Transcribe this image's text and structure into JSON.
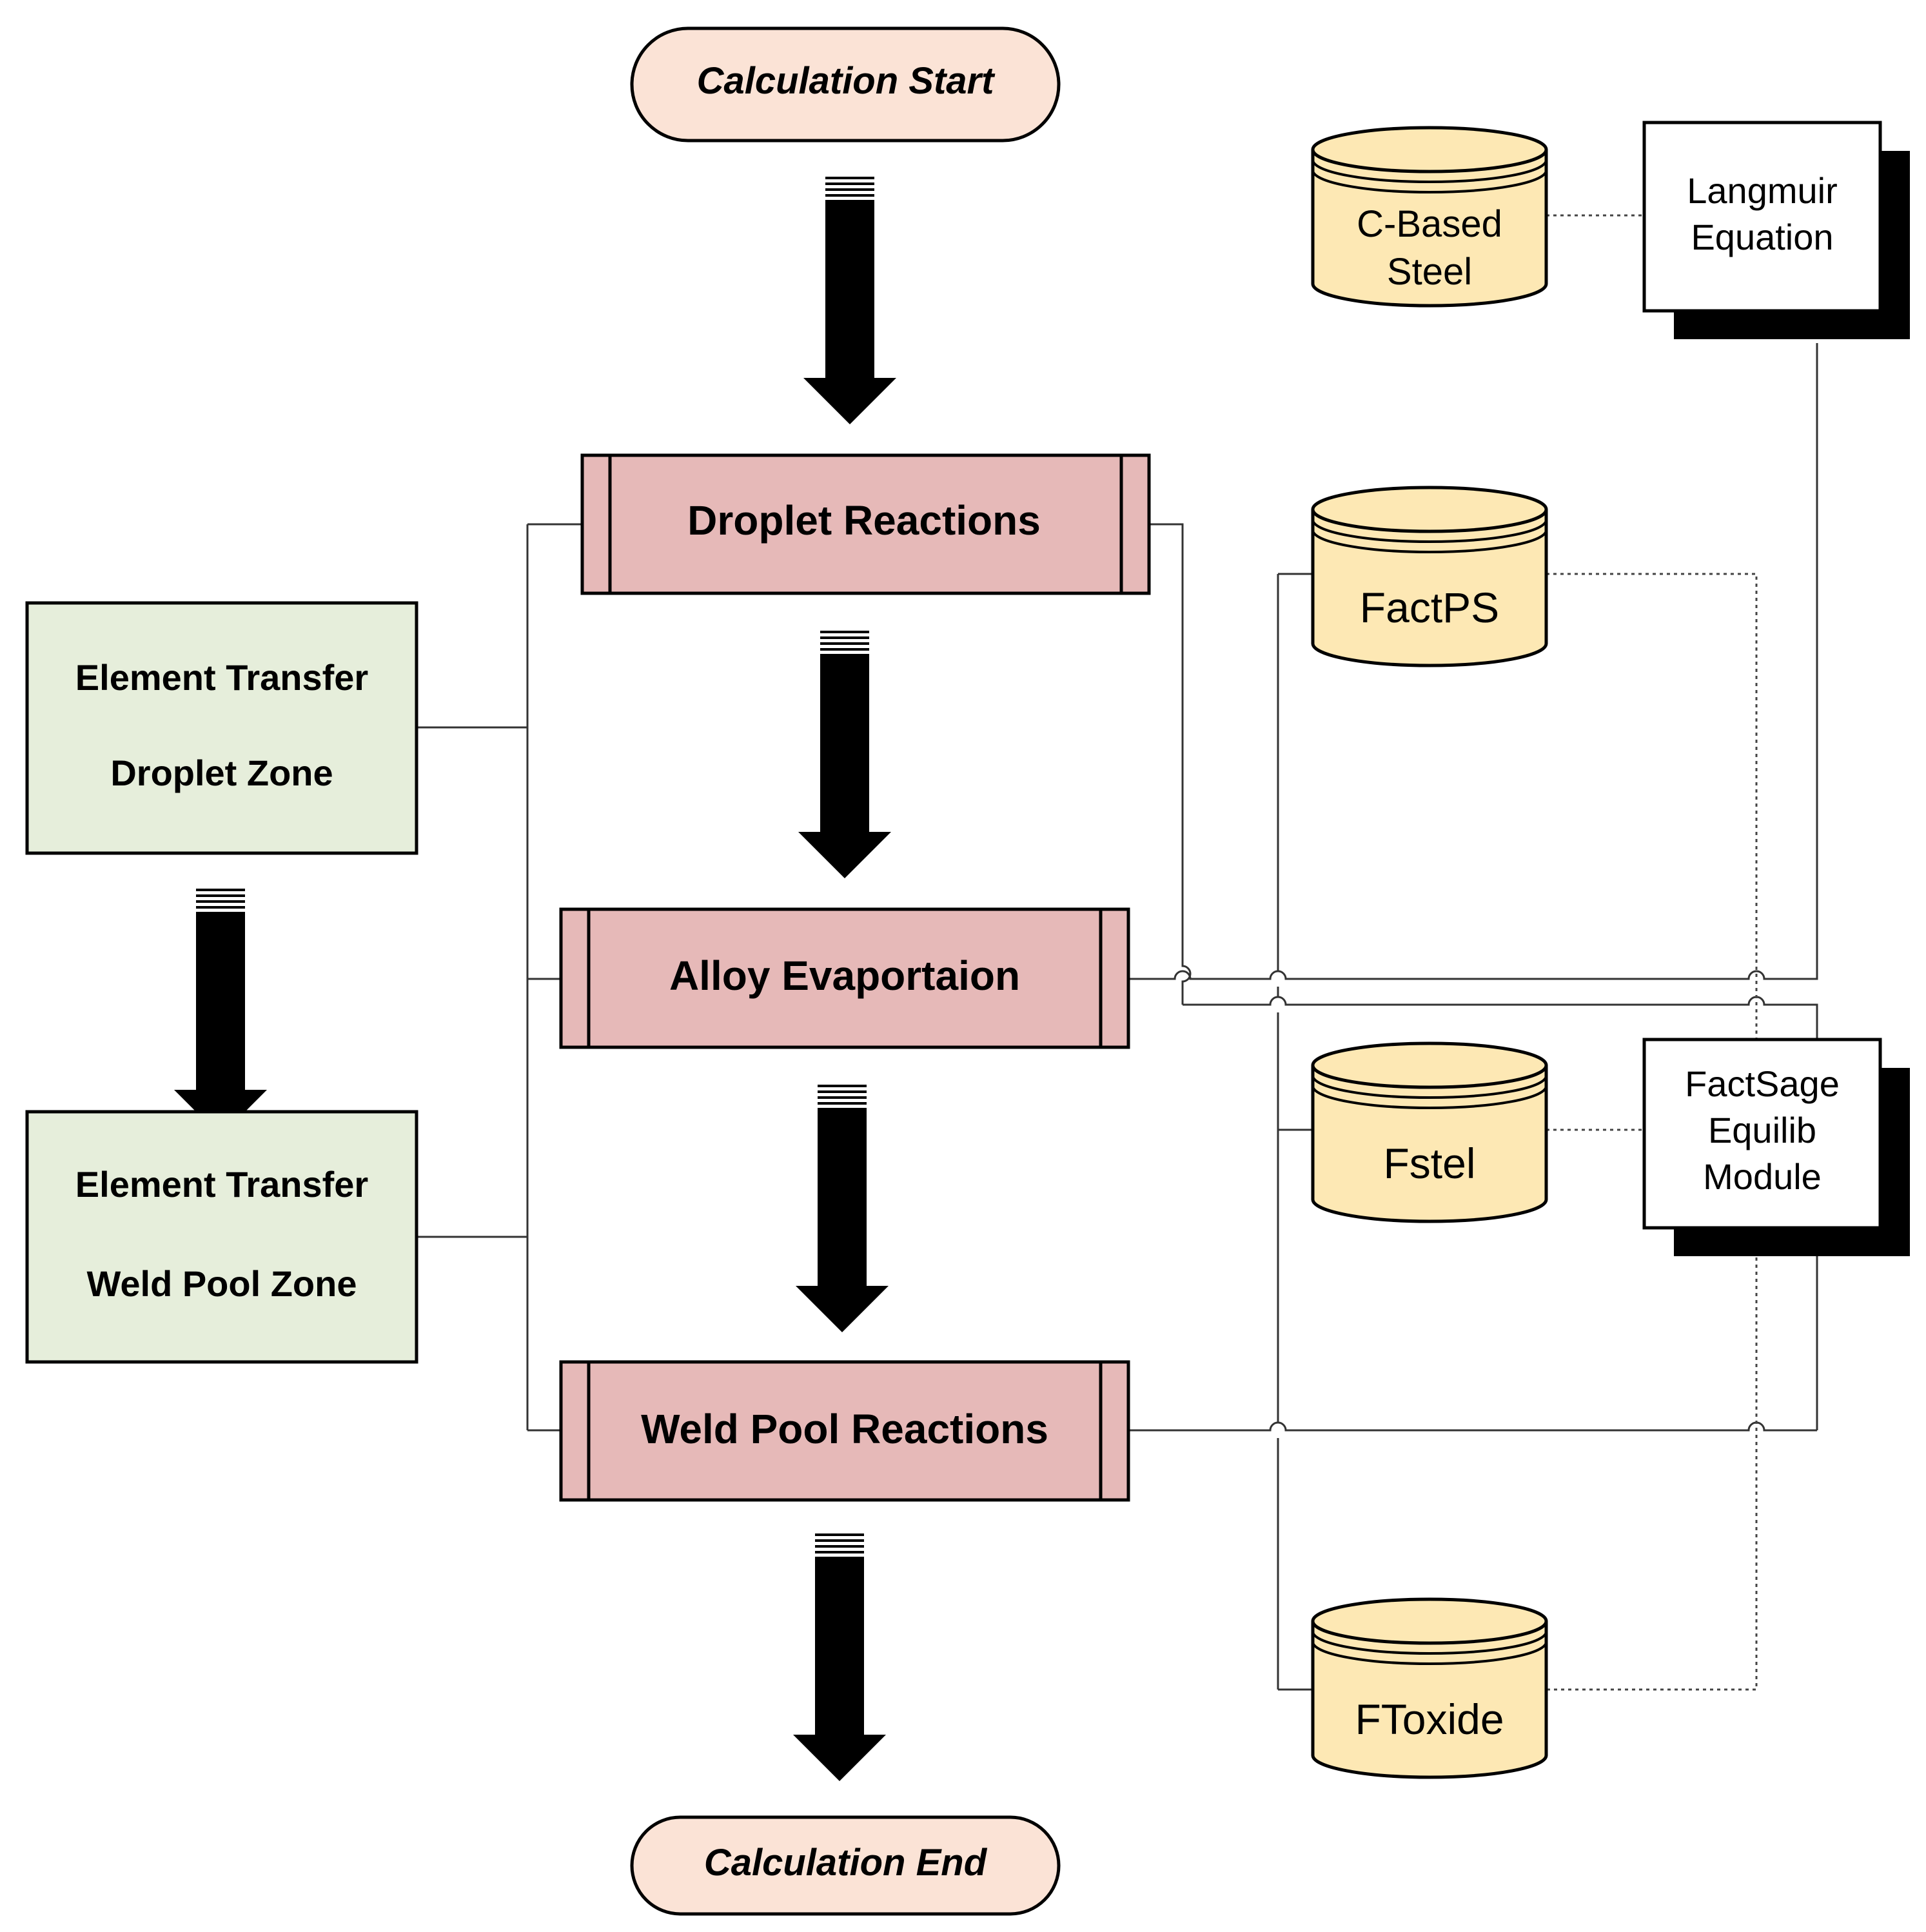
{
  "terminals": {
    "start": "Calculation Start",
    "end": "Calculation End"
  },
  "processes": {
    "droplet": "Droplet Reactions",
    "alloy": "Alloy Evaportaion",
    "weld": "Weld Pool Reactions"
  },
  "zones": {
    "droplet": {
      "line1": "Element Transfer",
      "line2": "Droplet Zone"
    },
    "weld": {
      "line1": "Element Transfer",
      "line2": "Weld Pool Zone"
    }
  },
  "databases": {
    "cbased": {
      "line1": "C-Based",
      "line2": "Steel"
    },
    "factps": "FactPS",
    "fstel": "Fstel",
    "ftoxide": "FToxide"
  },
  "modules": {
    "langmuir": {
      "line1": "Langmuir",
      "line2": "Equation"
    },
    "factsage": {
      "line1": "FactSage",
      "line2": "Equilib",
      "line3": "Module"
    }
  },
  "colors": {
    "terminal_fill": "#fbe3d6",
    "process_fill": "#e6b9b8",
    "zone_fill": "#e6eedb",
    "database_fill": "#fde8b4",
    "module_fill": "#ffffff",
    "shadow": "#000000"
  }
}
